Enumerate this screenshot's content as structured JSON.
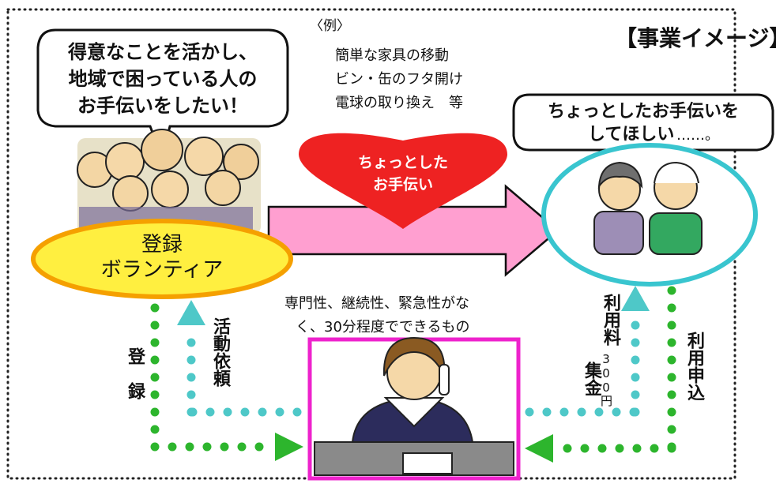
{
  "title": "【事業イメージ】",
  "volunteer_speech": {
    "line1": "得意なことを活かし、",
    "line2": "地域で困っている人の",
    "line3": "お手伝いをしたい！"
  },
  "examples": {
    "heading": "〈例〉",
    "items": [
      "簡単な家具の移動",
      "ビン・缶のフタ開け",
      "電球の取り換え　等"
    ]
  },
  "recipient_speech": {
    "line1": "ちょっとしたお手伝いを",
    "line2": "してほしい",
    "ellipsis": "……。"
  },
  "heart": {
    "line1": "ちょっとした",
    "line2": "お手伝い"
  },
  "volunteer_oval": {
    "line1": "登録",
    "line2": "ボランティア"
  },
  "service_note": {
    "line1": "専門性、継続性、緊急性がな",
    "line2": "く、30分程度でできるもの"
  },
  "labels": {
    "registration": "登　録",
    "activity_request": "活動依頼",
    "usage_application": "利用申込",
    "fee_collection_main": "利用料",
    "fee_amount": "300円",
    "fee_collection_sub": "集金"
  },
  "colors": {
    "green_dots": "#2db52d",
    "teal_dots": "#4ec8c8",
    "pink_arrow": "#ff9fd0",
    "heart": "#ee2222",
    "oval_fill": "#ffef40",
    "oval_border": "#f5a000",
    "recipient_circle": "#39c5cf",
    "office_frame": "#ee22cc"
  }
}
